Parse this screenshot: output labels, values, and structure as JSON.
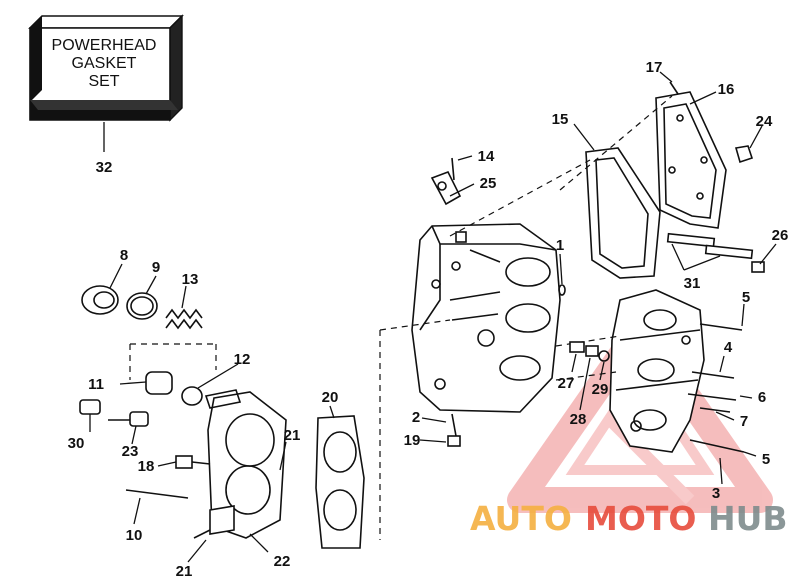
{
  "kit_box": {
    "lines": [
      "POWERHEAD",
      "GASKET",
      "SET"
    ]
  },
  "parts": [
    {
      "id": "p1",
      "label": "1"
    },
    {
      "id": "p2",
      "label": "2"
    },
    {
      "id": "p3",
      "label": "3"
    },
    {
      "id": "p4",
      "label": "4"
    },
    {
      "id": "p5a",
      "label": "5"
    },
    {
      "id": "p5b",
      "label": "5"
    },
    {
      "id": "p6",
      "label": "6"
    },
    {
      "id": "p7",
      "label": "7"
    },
    {
      "id": "p8",
      "label": "8"
    },
    {
      "id": "p9",
      "label": "9"
    },
    {
      "id": "p10",
      "label": "10"
    },
    {
      "id": "p11",
      "label": "11"
    },
    {
      "id": "p12",
      "label": "12"
    },
    {
      "id": "p13",
      "label": "13"
    },
    {
      "id": "p14",
      "label": "14"
    },
    {
      "id": "p15",
      "label": "15"
    },
    {
      "id": "p16",
      "label": "16"
    },
    {
      "id": "p17",
      "label": "17"
    },
    {
      "id": "p18",
      "label": "18"
    },
    {
      "id": "p19",
      "label": "19"
    },
    {
      "id": "p20",
      "label": "20"
    },
    {
      "id": "p21a",
      "label": "21"
    },
    {
      "id": "p21b",
      "label": "21"
    },
    {
      "id": "p22",
      "label": "22"
    },
    {
      "id": "p23",
      "label": "23"
    },
    {
      "id": "p24",
      "label": "24"
    },
    {
      "id": "p25",
      "label": "25"
    },
    {
      "id": "p26",
      "label": "26"
    },
    {
      "id": "p27",
      "label": "27"
    },
    {
      "id": "p28",
      "label": "28"
    },
    {
      "id": "p29",
      "label": "29"
    },
    {
      "id": "p30",
      "label": "30"
    },
    {
      "id": "p31",
      "label": "31"
    },
    {
      "id": "p32",
      "label": "32"
    }
  ],
  "watermark": {
    "part1": "AUTO",
    "part2": "MOTO",
    "part3": "HUB",
    "color_a": "#f5b041",
    "color_b": "#e74c3c",
    "color_c": "#7f8c8d"
  }
}
